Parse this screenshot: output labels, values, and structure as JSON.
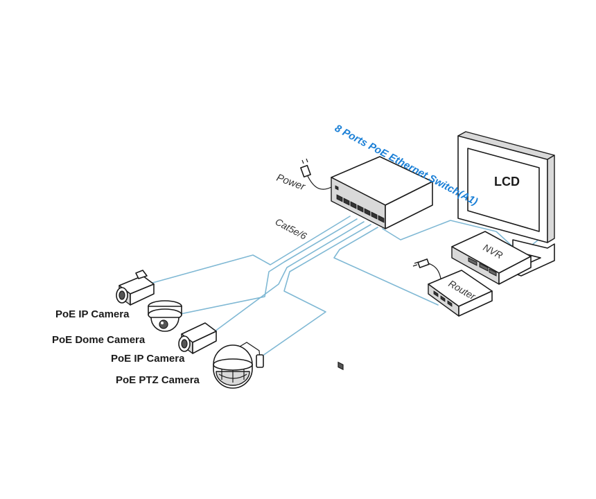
{
  "diagram": {
    "title": "8 Ports PoE Ethernet Switch(A1)",
    "colors": {
      "title": "#1a7fd6",
      "cable": "#7fb8d4",
      "outline": "#1a1a1a",
      "background": "#ffffff"
    },
    "switch": {
      "title_ref": "title"
    },
    "power": {
      "label": "Power",
      "icon": "power-adapter-icon"
    },
    "cable_type": {
      "label": "Cat5e/6"
    },
    "display": {
      "label": "LCD",
      "icon": "monitor-icon"
    },
    "nvr": {
      "label": "NVR",
      "icon": "nvr-recorder-icon"
    },
    "router": {
      "label": "Router",
      "icon": "router-icon"
    },
    "cameras": [
      {
        "label": "PoE IP Camera",
        "icon": "bullet-camera-icon"
      },
      {
        "label": "PoE Dome Camera",
        "icon": "dome-camera-icon"
      },
      {
        "label": "PoE IP Camera",
        "icon": "bullet-camera-icon"
      },
      {
        "label": "PoE PTZ Camera",
        "icon": "ptz-camera-icon"
      }
    ]
  }
}
